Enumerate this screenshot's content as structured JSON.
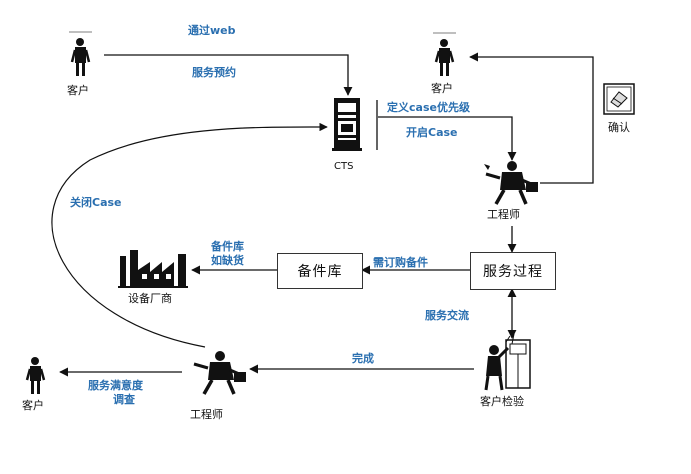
{
  "nodes": {
    "customer_top_left": "客户",
    "customer_top_right": "客户",
    "confirm": "确认",
    "cts": "CTS",
    "engineer_right": "工程师",
    "service_process": "服务过程",
    "parts_warehouse": "备件库",
    "equipment_factory": "设备厂商",
    "customer_inspection": "客户检验",
    "engineer_bottom": "工程师",
    "customer_bottom_left": "客户"
  },
  "edges": {
    "via_web": "通过web",
    "service_booking": "服务预约",
    "define_case_priority": "定义case优先级",
    "open_case": "开启Case",
    "close_case": "关闭Case",
    "need_order_parts": "需订购备件",
    "warehouse_shortage_line1": "备件库",
    "warehouse_shortage_line2": "如缺货",
    "service_exchange": "服务交流",
    "complete": "完成",
    "satisfaction_survey_line1": "服务满意度",
    "satisfaction_survey_line2": "调查"
  }
}
